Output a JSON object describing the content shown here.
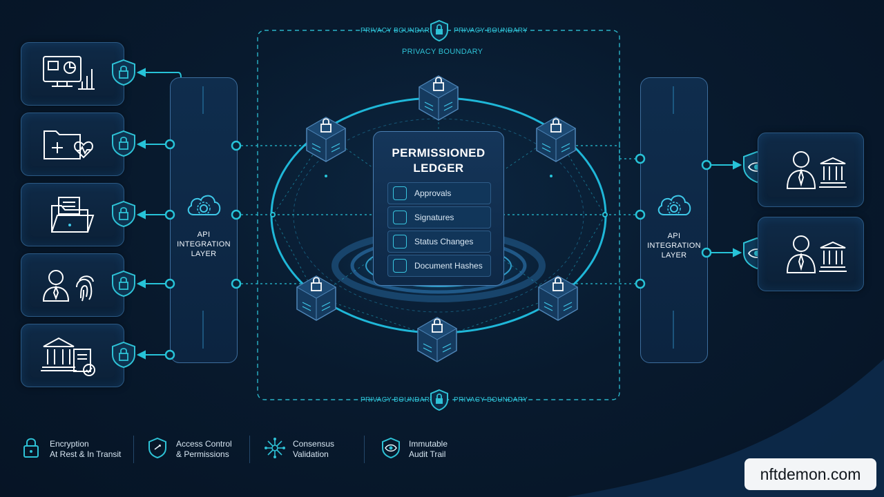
{
  "privacy_boundary": {
    "top_left_label": "PRIVACY BOUNDARY",
    "top_right_label": "PRIVACY BOUNDARY",
    "top_center_label": "PRIVACY BOUNDARY",
    "bottom_left_label": "PRIVACY BOUNDARY",
    "bottom_right_label": "PRIVACY BOUNDARY"
  },
  "left_sources": [
    {
      "icon": "dashboard-monitor-icon"
    },
    {
      "icon": "medical-folder-icon"
    },
    {
      "icon": "document-folder-icon"
    },
    {
      "icon": "user-fingerprint-icon"
    },
    {
      "icon": "bank-document-icon"
    }
  ],
  "left_api": {
    "label_line1": "API",
    "label_line2": "INTEGRATION",
    "label_line3": "LAYER"
  },
  "right_api": {
    "label_line1": "API",
    "label_line2": "INTEGRATION",
    "label_line3": "LAYER"
  },
  "ledger": {
    "title_line1": "PERMISSIONED",
    "title_line2": "LEDGER",
    "rows": [
      {
        "label": "Approvals"
      },
      {
        "label": "Signatures"
      },
      {
        "label": "Status Changes"
      },
      {
        "label": "Document Hashes"
      }
    ]
  },
  "right_consumers": [
    {
      "icon": "auditor-bank-icon"
    },
    {
      "icon": "regulator-bank-icon"
    }
  ],
  "legend": [
    {
      "icon": "padlock-icon",
      "line1": "Encryption",
      "line2": "At Rest & In Transit"
    },
    {
      "icon": "shield-key-icon",
      "line1": "Access Control",
      "line2": "& Permissions"
    },
    {
      "icon": "network-nodes-icon",
      "line1": "Consensus",
      "line2": "Validation"
    },
    {
      "icon": "shield-eye-icon",
      "line1": "Immutable",
      "line2": "Audit Trail"
    }
  ],
  "brand": {
    "text": "nftdemon.com"
  },
  "colors": {
    "accent": "#2ec2d6",
    "background": "#081a2e",
    "panel_border": "#3d6e9e"
  }
}
